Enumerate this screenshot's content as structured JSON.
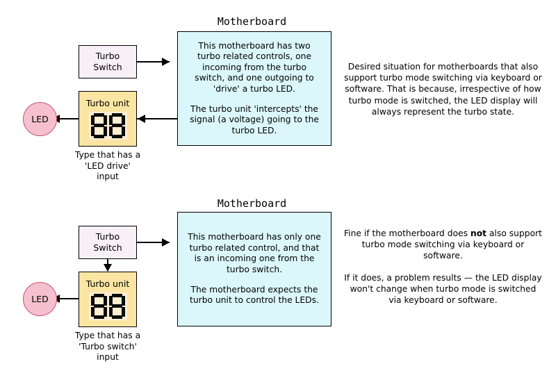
{
  "diagram": {
    "title_top": "Motherboard",
    "title_bottom": "Motherboard",
    "sections": [
      {
        "id": "top",
        "switch_label_line1": "Turbo",
        "switch_label_line2": "Switch",
        "unit_label": "Turbo unit",
        "unit_display_value": "88",
        "led_label": "LED",
        "caption_line1": "Type that has a",
        "caption_line2": "'LED drive'",
        "caption_line3": "input",
        "motherboard_para1": "This motherboard has two turbo related controls, one incoming from the turbo switch, and one outgoing to 'drive' a turbo LED.",
        "motherboard_para2": "The turbo unit 'intercepts' the signal (a voltage) going to the turbo LED.",
        "note_para1": "Desired situation for motherboards that also support turbo mode switching via keyboard or software. That is because, irrespective of how turbo mode is switched, the LED display will always represent the turbo state."
      },
      {
        "id": "bottom",
        "switch_label_line1": "Turbo",
        "switch_label_line2": "Switch",
        "unit_label": "Turbo unit",
        "unit_display_value": "88",
        "led_label": "LED",
        "caption_line1": "Type that has a",
        "caption_line2": "'Turbo switch'",
        "caption_line3": "input",
        "motherboard_para1": "This motherboard has only one turbo related control, and that is an incoming one from the turbo switch.",
        "motherboard_para2": "The motherboard expects the turbo unit to control the LEDs.",
        "note_para1_a": "Fine if the motherboard does ",
        "note_para1_b": "not",
        "note_para1_c": " also support turbo mode switching via keyboard or software.",
        "note_para2": "If it does, a problem results — the LED display won't change when turbo mode is switched via keyboard or software."
      }
    ]
  },
  "colors": {
    "motherboard_fill": "#dbf7fb",
    "turbo_unit_fill": "#fbe5a2",
    "turbo_switch_fill": "#f7f0f7",
    "led_fill": "#f7c0ce",
    "led_border": "#c4527a",
    "segment_on": "#0b0b0b",
    "segment_bg": "#ffeed2",
    "stroke": "#000000",
    "background": "#ffffff"
  }
}
